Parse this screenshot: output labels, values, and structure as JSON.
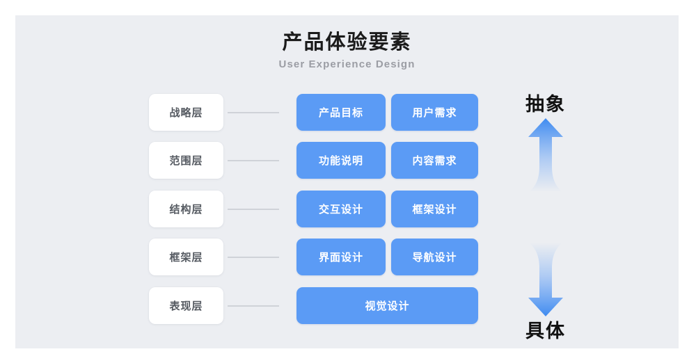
{
  "header": {
    "title": "产品体验要素",
    "subtitle": "User Experience Design"
  },
  "colors": {
    "canvas": "#eceef2",
    "card_blue": "#5b9bf5",
    "label_bg": "#ffffff",
    "label_text": "#555a61",
    "connector": "#cfd2d8",
    "title_text": "#1b1b1b",
    "subtitle_text": "#9b9da4"
  },
  "rows": [
    {
      "label": "战略层",
      "cards": [
        "产品目标",
        "用户需求"
      ]
    },
    {
      "label": "范围层",
      "cards": [
        "功能说明",
        "内容需求"
      ]
    },
    {
      "label": "结构层",
      "cards": [
        "交互设计",
        "框架设计"
      ]
    },
    {
      "label": "框架层",
      "cards": [
        "界面设计",
        "导航设计"
      ]
    },
    {
      "label": "表现层",
      "cards": [
        "视觉设计"
      ]
    }
  ],
  "axis": {
    "top_label": "抽象",
    "bottom_label": "具体",
    "up_arrow_icon": "arrow-up-gradient-icon",
    "down_arrow_icon": "arrow-down-gradient-icon"
  }
}
